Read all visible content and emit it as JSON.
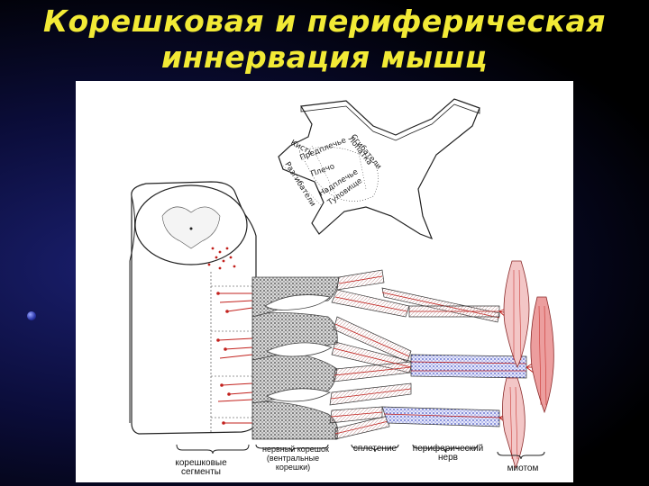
{
  "title": {
    "line1": "Корешковая и периферическая",
    "line2": "иннервация мышц"
  },
  "segment_labels": [
    "Кисть",
    "Предплечье",
    "Плечо",
    "Лопатка",
    "Разгибатели",
    "Надплечье",
    "Туловище",
    "Сгибатели"
  ],
  "labels": {
    "root_segments": "корешковые сегменты",
    "nerve_root": "нервный корешок",
    "ventral_roots": "(вентральные корешки)",
    "plexus": "сплетение",
    "peripheral_nerve": "периферический нерв",
    "myotome": "миотом"
  },
  "colors": {
    "title": "#f2ea36",
    "nerve_red": "#c2201c",
    "plexus_gray": "#555555",
    "nerve_blue": "#5a66c8",
    "muscle_pink": "#e58a8a"
  }
}
